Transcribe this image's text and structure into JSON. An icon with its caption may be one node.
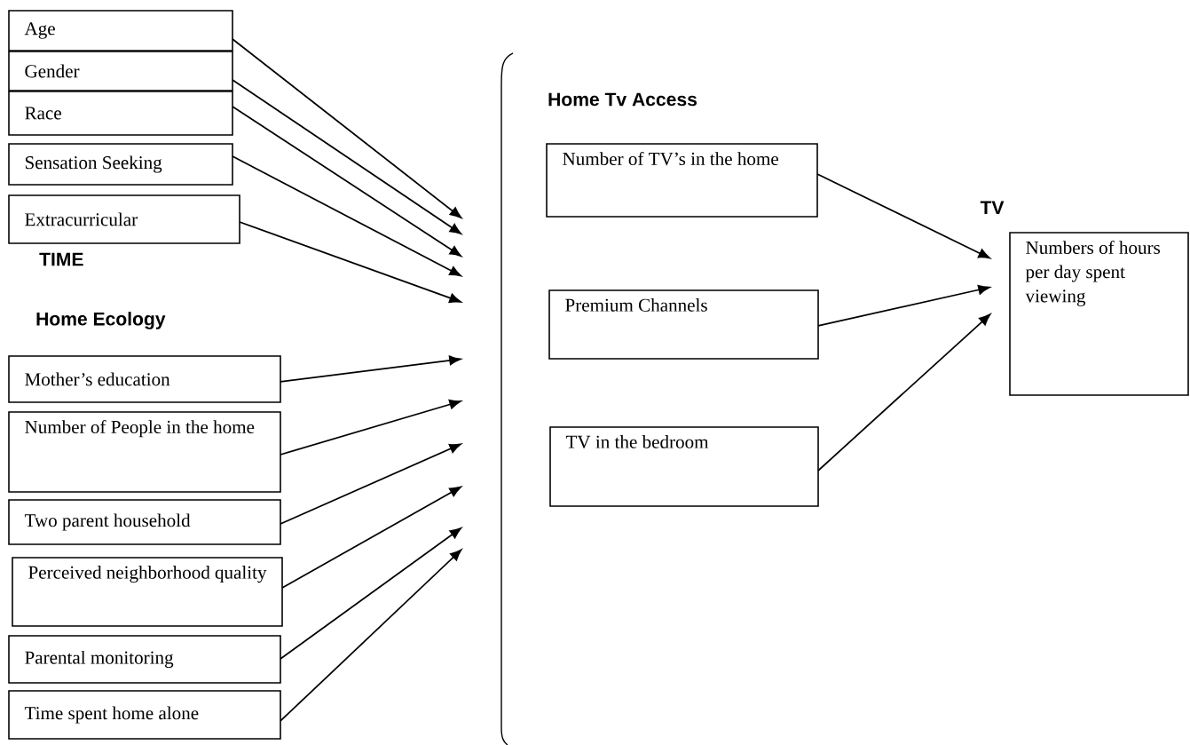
{
  "diagram": {
    "nodes": [
      {
        "text": [
          "Age"
        ]
      },
      {
        "text": [
          "Gender"
        ]
      },
      {
        "text": [
          "Race"
        ]
      },
      {
        "text": [
          "Sensation Seeking"
        ]
      },
      {
        "text": [
          "Extracurricular"
        ]
      },
      {
        "text": [
          "Mother’s education"
        ]
      },
      {
        "text": [
          "Number of People in the home"
        ]
      },
      {
        "text": [
          "Two parent household"
        ]
      },
      {
        "text": [
          "Perceived neighborhood quality"
        ]
      },
      {
        "text": [
          "Parental monitoring"
        ]
      },
      {
        "text": [
          "Time spent home alone"
        ]
      },
      {
        "text": [
          "Number of TV’s in the home"
        ]
      },
      {
        "text": [
          "Premium Channels"
        ]
      },
      {
        "text": [
          "TV in the bedroom"
        ]
      },
      {
        "text": [
          "TV",
          "Numbers of hours per day spent viewing"
        ]
      }
    ],
    "edges": [
      {
        "from": 0,
        "to": null,
        "arrow": "to"
      },
      {
        "from": 1,
        "to": null,
        "arrow": "to"
      },
      {
        "from": 2,
        "to": null,
        "arrow": "to"
      },
      {
        "from": 3,
        "to": null,
        "arrow": "to"
      },
      {
        "from": 4,
        "to": null,
        "arrow": "to"
      },
      {
        "from": 5,
        "to": null,
        "arrow": "to"
      },
      {
        "from": 6,
        "to": null,
        "arrow": "to"
      },
      {
        "from": 7,
        "to": null,
        "arrow": "to"
      },
      {
        "from": 8,
        "to": null,
        "arrow": "to"
      },
      {
        "from": 9,
        "to": null,
        "arrow": "to"
      },
      {
        "from": 10,
        "to": null,
        "arrow": "to"
      },
      {
        "from": 11,
        "to": 14,
        "arrow": "to"
      },
      {
        "from": 12,
        "to": 14,
        "arrow": "to"
      },
      {
        "from": 13,
        "to": 14,
        "arrow": "to"
      }
    ],
    "labels": [
      "Home Tv Access",
      "TIME",
      "Home Ecology"
    ]
  }
}
